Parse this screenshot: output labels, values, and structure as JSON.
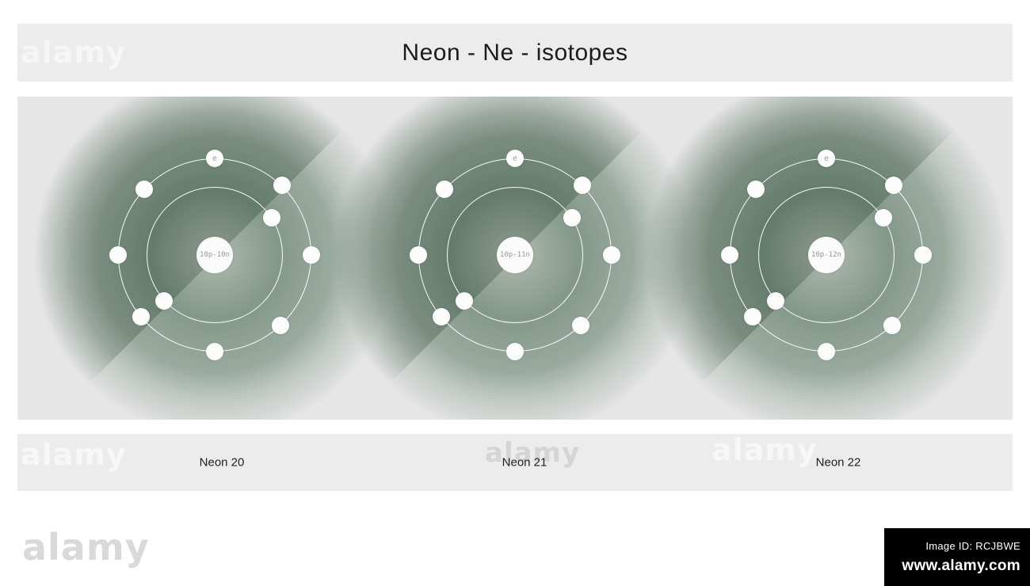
{
  "title": "Neon - Ne - isotopes",
  "watermark": "alamy",
  "electron_symbol": "e",
  "atoms": [
    {
      "nucleus": "10p-10n",
      "label": "Neon 20"
    },
    {
      "nucleus": "10p-11n",
      "label": "Neon 21"
    },
    {
      "nucleus": "10p-12n",
      "label": "Neon 22"
    }
  ],
  "shells": [
    {
      "radius": 86,
      "angles": [
        57,
        228
      ]
    },
    {
      "radius": 122,
      "angles": [
        0,
        44,
        90,
        137,
        180,
        230,
        270,
        313
      ],
      "labeled_angle": 0
    }
  ],
  "colors": {
    "halo_green": "#68826F",
    "panel_gray": "#e6e6e6",
    "orbit_white": "#ffffff",
    "credit_bg": "#000000"
  },
  "credit": {
    "image_id_label": "Image ID: RCJBWE",
    "website": "www.alamy.com"
  }
}
